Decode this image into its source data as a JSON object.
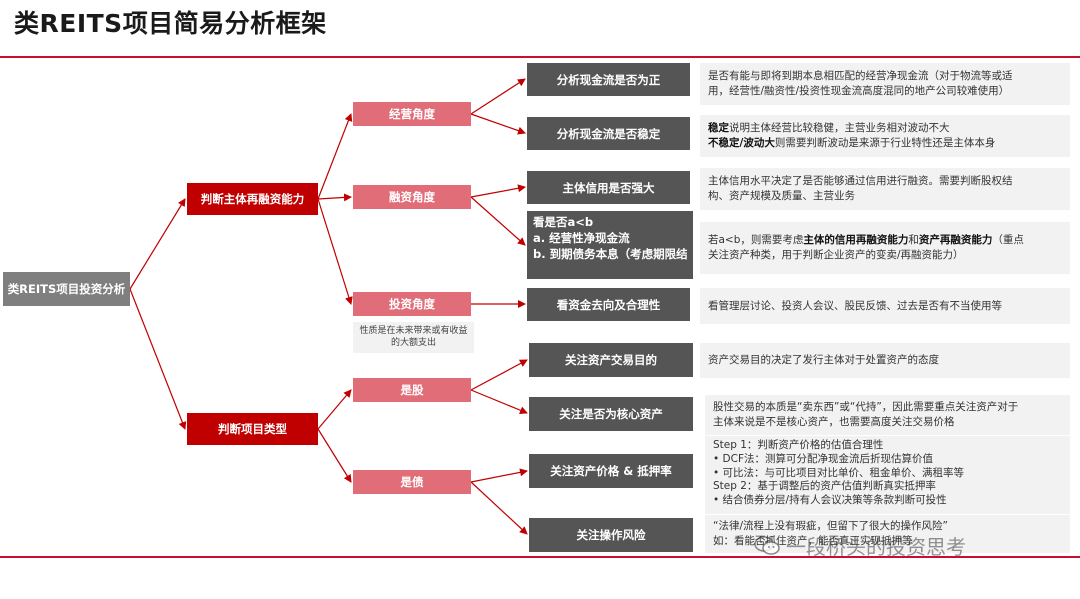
{
  "title": "类REITS项目简易分析框架",
  "root": "类REITS项目投资分析",
  "level1": {
    "refinance": "判断主体再融资能力",
    "project_type": "判断项目类型"
  },
  "level2": {
    "operating": "经营角度",
    "financing": "融资角度",
    "investing": "投资角度",
    "equity": "是股",
    "debt": "是债"
  },
  "investing_note": "性质是在未来带来或有收益的大额支出",
  "level3": {
    "cf_positive": "分析现金流是否为正",
    "cf_stable": "分析现金流是否稳定",
    "credit": "主体信用是否强大",
    "compare_title": "看是否a<b",
    "compare_a": "a. 经营性净现金流",
    "compare_b": "b. 到期债务本息（考虑期限结构）",
    "funds_use": "看资金去向及合理性",
    "asset_purpose": "关注资产交易目的",
    "core_asset": "关注是否为核心资产",
    "price_rate": "关注资产价格 & 抵押率",
    "op_risk": "关注操作风险"
  },
  "descriptions": {
    "cf_positive_l1": "是否有能与即将到期本息相匹配的经营净现金流（对于物流等或适",
    "cf_positive_l2": "用，经营性/融资性/投资性现金流高度混同的地产公司较难使用）",
    "cf_stable_b1": "稳定",
    "cf_stable_t1": "说明主体经营比较稳健，主营业务相对波动不大",
    "cf_stable_b2": "不稳定/波动大",
    "cf_stable_t2": "则需要判断波动是来源于行业特性还是主体本身",
    "credit_l1": "主体信用水平决定了是否能够通过信用进行融资。需要判断股权结",
    "credit_l2": "构、资产规模及质量、主营业务",
    "compare_t1": "若a<b，则需要考虑",
    "compare_b1": "主体的信用再融资能力",
    "compare_t2": "和",
    "compare_b2": "资产再融资能力",
    "compare_t3": "（重点",
    "compare_l2": "关注资产种类，用于判断企业资产的变卖/再融资能力）",
    "funds_use": "看管理层讨论、投资人会议、股民反馈、过去是否有不当使用等",
    "asset_purpose": "资产交易目的决定了发行主体对于处置资产的态度",
    "core_asset_l1": "股性交易的本质是“卖东西”或“代持”，因此需要重点关注资产对于",
    "core_asset_l2": "主体来说是不是核心资产，也需要高度关注交易价格",
    "price_l1": "Step 1：判断资产价格的估值合理性",
    "price_l2": "•   DCF法：测算可分配净现金流后折现估算价值",
    "price_l3": "•   可比法：与可比项目对比单价、租金单价、满租率等",
    "price_l4": "Step 2：基于调整后的资产估值判断真实抵押率",
    "price_l5": "•   结合债券分层/持有人会议决策等条款判断可投性",
    "risk_l1": "“法律/流程上没有瑕疵，但留下了很大的操作风险”",
    "risk_l2": "如：看能否抓住资产，能否真正实现抵押等"
  },
  "watermark": "一段桥头的投资思考",
  "colors": {
    "accent_red": "#c00000",
    "pink": "#e06d78",
    "dark_gray": "#555555",
    "root_gray": "#7f7f7f",
    "desc_bg": "#f2f2f2",
    "rule": "#c8102e"
  },
  "icons": [
    "wechat-icon"
  ]
}
